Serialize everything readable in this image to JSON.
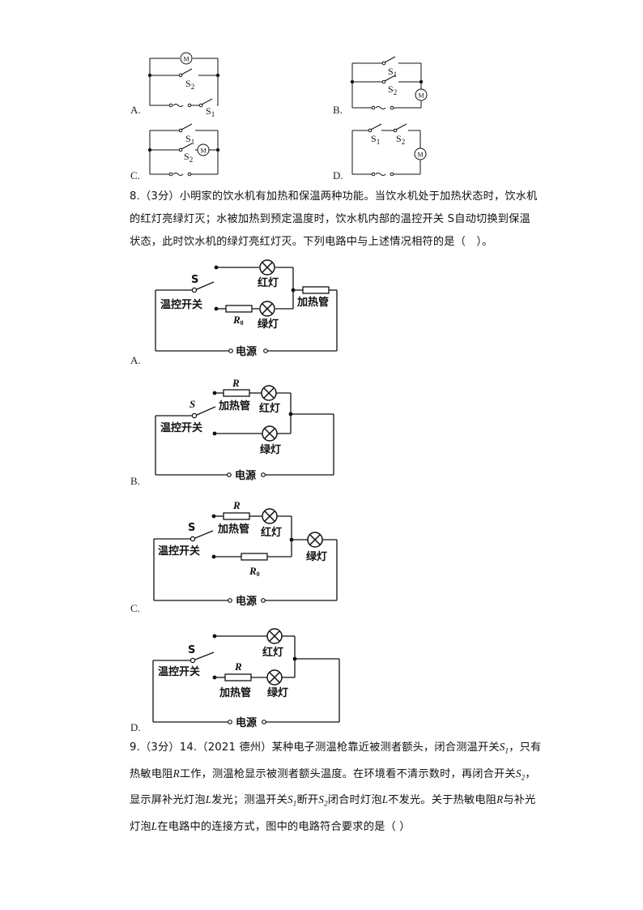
{
  "q7_options": {
    "A": {
      "label": "A.",
      "s1": "S",
      "s1_sub": "1",
      "s2": "S",
      "s2_sub": "2",
      "motor": "M"
    },
    "B": {
      "label": "B.",
      "s1": "S",
      "s1_sub": "1",
      "s2": "S",
      "s2_sub": "2",
      "motor": "M"
    },
    "C": {
      "label": "C.",
      "s1": "S",
      "s1_sub": "1",
      "s2": "S",
      "s2_sub": "2",
      "motor": "M"
    },
    "D": {
      "label": "D.",
      "s1": "S",
      "s1_sub": "1",
      "s2": "S",
      "s2_sub": "2",
      "motor": "M"
    }
  },
  "q8": {
    "lines": [
      "8.（3分）小明家的饮水机有加热和保温两种功能。当饮水机处于加热状态时，饮水机",
      "的红灯亮绿灯灭；水被加热到预定温度时，饮水机内部的温控开关 S自动切换到保温",
      "状态，此时饮水机的绿灯亮红灯灭。下列电路中与上述情况相符的是（　）。"
    ],
    "options": {
      "A": {
        "label": "A.",
        "switch": "S",
        "switch_name": "温控开关",
        "red": "红灯",
        "green": "绿灯",
        "heater": "加热管",
        "r0": "R",
        "r0_sub": "0",
        "power": "电源"
      },
      "B": {
        "label": "B.",
        "switch": "S",
        "switch_name": "温控开关",
        "red": "红灯",
        "green": "绿灯",
        "heater": "加热管",
        "r": "R",
        "power": "电源"
      },
      "C": {
        "label": "C.",
        "switch": "S",
        "switch_name": "温控开关",
        "red": "红灯",
        "green": "绿灯",
        "heater": "加热管",
        "r": "R",
        "r0": "R",
        "r0_sub": "0",
        "power": "电源"
      },
      "D": {
        "label": "D.",
        "switch": "S",
        "switch_name": "温控开关",
        "red": "红灯",
        "green": "绿灯",
        "heater": "加热管",
        "r": "R",
        "power": "电源"
      }
    }
  },
  "q9": {
    "lines": [
      {
        "parts": [
          "9.（3分）14.（2021 德州）某种电子测温枪靠近被测者额头，闭合测温开关",
          "S",
          "1",
          "，只有"
        ]
      },
      {
        "parts": [
          "热敏电阻",
          "R",
          "工作，测温枪显示被测者额头温度。在环境看不清示数时，再闭合开关",
          "S",
          "2",
          "，"
        ]
      },
      {
        "parts": [
          "显示屏补光灯泡",
          "L",
          "发光；测温开关",
          "S",
          "1",
          "断开",
          "S",
          "2",
          "闭合时灯泡",
          "L",
          "不发光。关于热敏电阻",
          "R",
          "与补光"
        ]
      },
      {
        "parts": [
          "灯泡",
          "L",
          "在电路中的连接方式，图中的电路符合要求的是（ ）"
        ]
      }
    ]
  }
}
